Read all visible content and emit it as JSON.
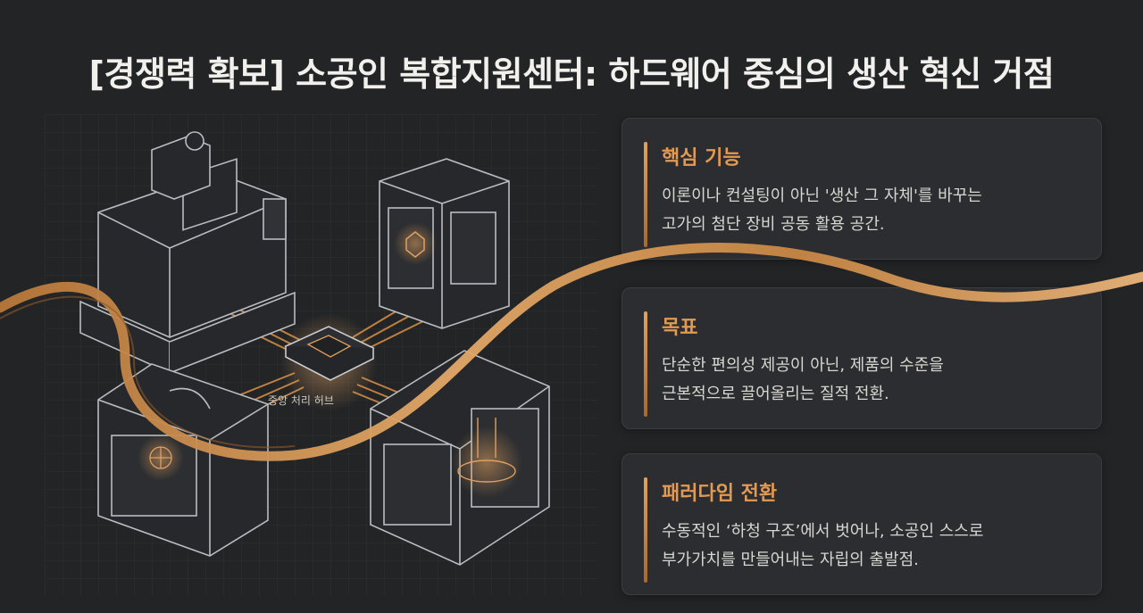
{
  "title": "[경쟁력 확보] 소공인 복합지원센터: 하드웨어 중심의 생산 혁신 거점",
  "hub_label": "중앙 처리 허브",
  "cards": [
    {
      "heading": "핵심 기능",
      "lines": [
        "이론이나 컨설팅이 아닌 '생산 그 자체'를 바꾸는",
        "고가의 첨단 장비 공동 활용 공간."
      ]
    },
    {
      "heading": "목표",
      "lines": [
        "단순한 편의성 제공이 아닌, 제품의 수준을",
        "근본적으로 끌어올리는 질적 전환."
      ]
    },
    {
      "heading": "패러다임 전환",
      "lines": [
        "수동적인 ‘하청 구조’에서 벗어나, 소공인 스스로",
        "부가가치를 만들어내는 자립의 출발점."
      ]
    }
  ],
  "colors": {
    "accent": "#e29a52",
    "background": "#222426",
    "card": "#2b2d30"
  }
}
